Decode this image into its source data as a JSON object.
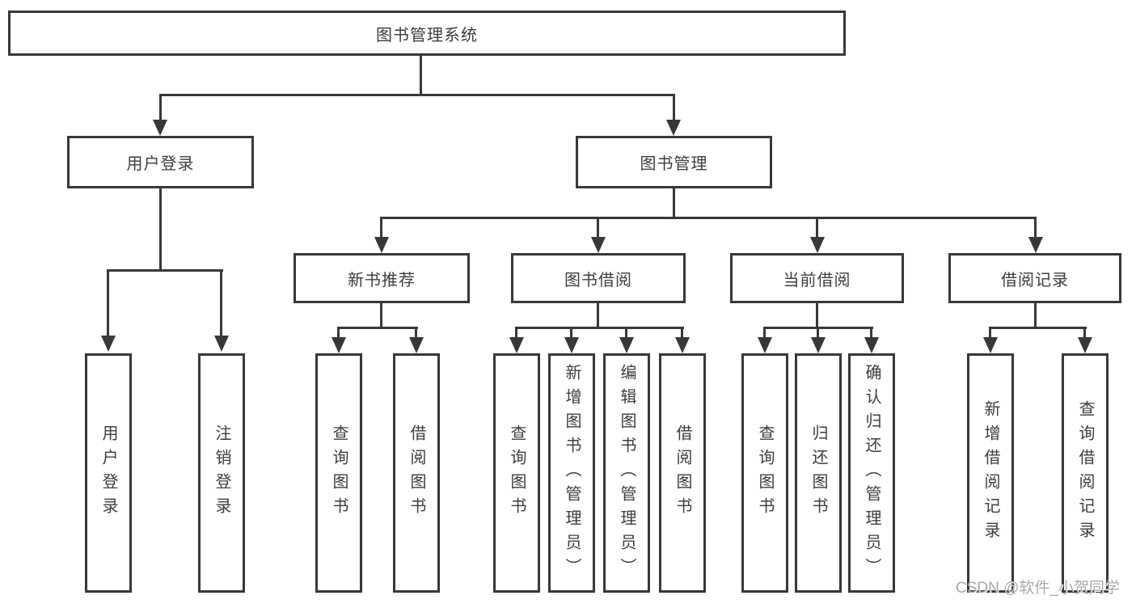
{
  "diagram": {
    "root": "图书管理系统",
    "level2": {
      "user_login": "用户登录",
      "book_management": "图书管理"
    },
    "user_login_children": [
      "用户登录",
      "注销登录"
    ],
    "book_management_groups": [
      {
        "label": "新书推荐",
        "children": [
          "查询图书",
          "借阅图书"
        ]
      },
      {
        "label": "图书借阅",
        "children": [
          "查询图书",
          "新增图书（管理员）",
          "编辑图书（管理员）",
          "借阅图书"
        ]
      },
      {
        "label": "当前借阅",
        "children": [
          "查询图书",
          "归还图书",
          "确认归还（管理员）"
        ]
      },
      {
        "label": "借阅记录",
        "children": [
          "新增借阅记录",
          "查询借阅记录"
        ]
      }
    ]
  },
  "watermark": "CSDN @软件_小贺同学",
  "colors": {
    "line": "#383838",
    "text": "#3d3d3d",
    "watermark": "#a9a9a9",
    "background": "#ffffff"
  }
}
